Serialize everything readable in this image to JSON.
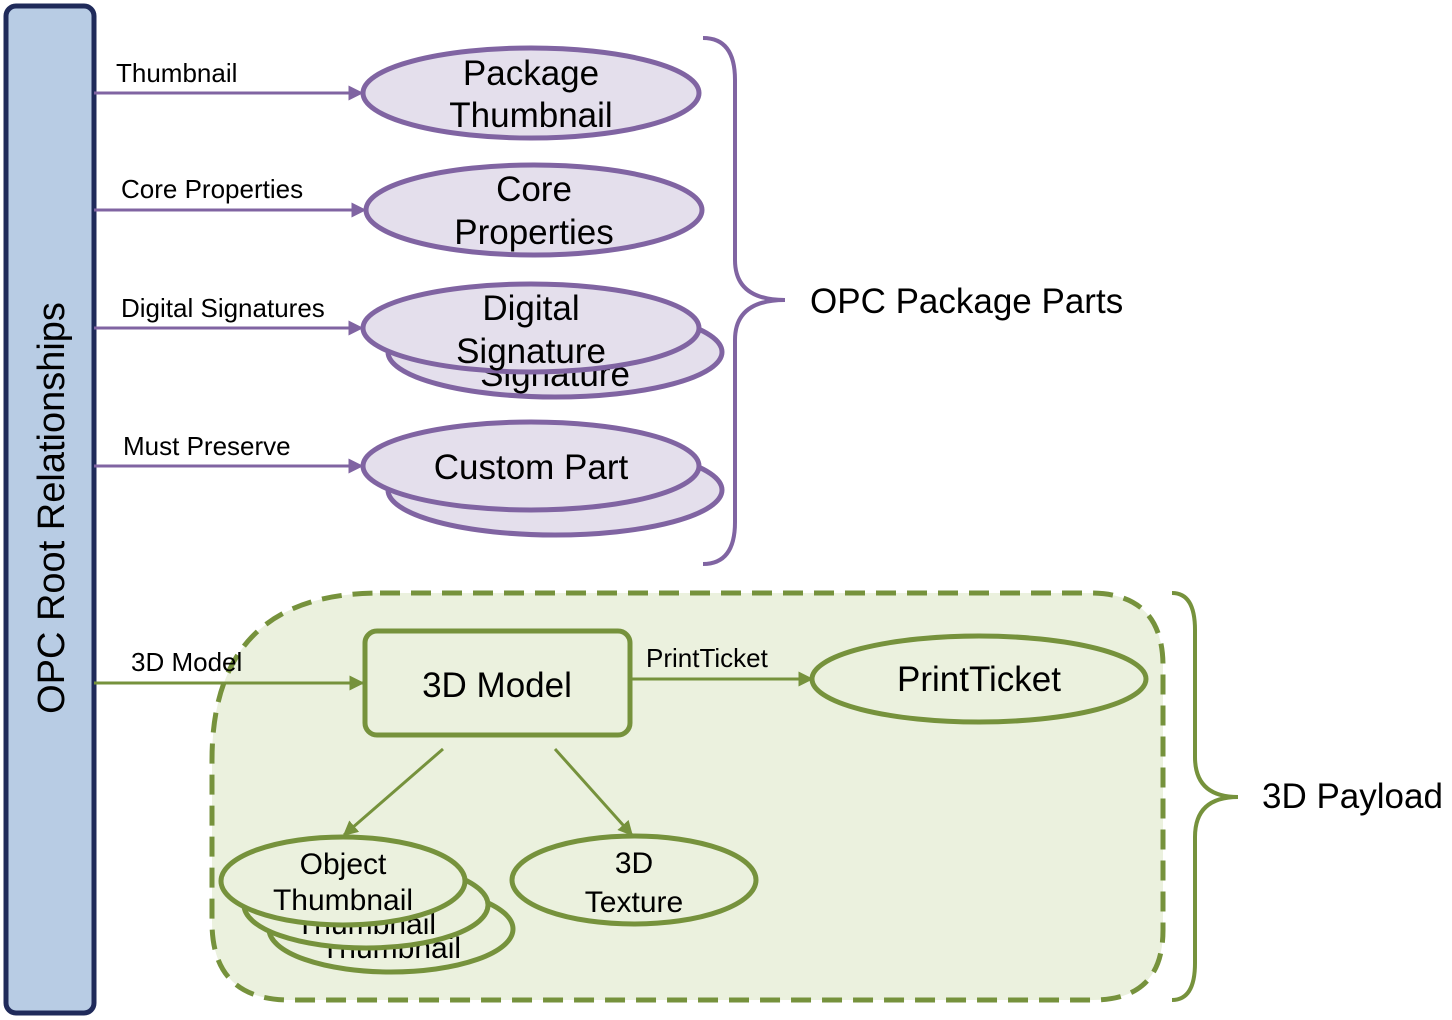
{
  "root": {
    "label": "OPC Root Relationships"
  },
  "package_relationships": [
    {
      "label": "Thumbnail"
    },
    {
      "label": "Core Properties"
    },
    {
      "label": "Digital Signatures"
    },
    {
      "label": "Must Preserve"
    }
  ],
  "package_parts": {
    "thumbnail": {
      "line1": "Package",
      "line2": "Thumbnail"
    },
    "core_properties": {
      "line1": "Core",
      "line2": "Properties"
    },
    "digital_signature": {
      "line1": "Digital",
      "line2": "Signature",
      "shadow_line2": "Signature"
    },
    "custom_part": {
      "label": "Custom Part"
    }
  },
  "groups": {
    "package_parts_label": "OPC Package Parts",
    "payload_label": "3D Payload"
  },
  "payload": {
    "model_rel_label": "3D Model",
    "model_box_label": "3D Model",
    "printticket_rel_label": "PrintTicket",
    "printticket_label": "PrintTicket",
    "object_thumbnail": {
      "line1": "Object",
      "line2": "Thumbnail",
      "shadow_line2": "Thumbnail"
    },
    "texture": {
      "line1": "3D",
      "line2": "Texture"
    }
  },
  "colors": {
    "purple": "#8064a2",
    "purple_fill": "#e4dfec",
    "green": "#76923c",
    "green_fill": "#ebf1de",
    "root_fill": "#b8cce4",
    "root_stroke": "#1f2a5a"
  }
}
